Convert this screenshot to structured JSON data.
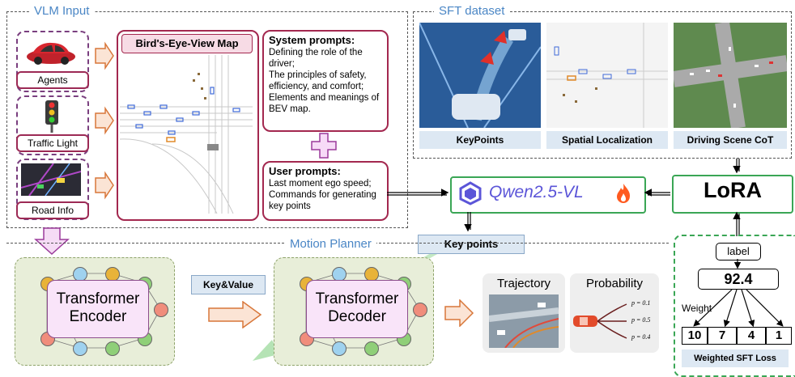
{
  "vlm_input": {
    "title": "VLM Input",
    "agents": "Agents",
    "traffic_light": "Traffic Light",
    "road_info": "Road Info",
    "bev_title": "Bird's-Eye-View Map",
    "system_title": "System prompts",
    "system_lines": [
      "Defining the role of the driver;",
      "The principles of safety, efficiency, and comfort;",
      "Elements and meanings of BEV map."
    ],
    "user_title": "User prompts",
    "user_lines": [
      "Last moment ego speed;",
      "Commands for generating key points"
    ]
  },
  "sft": {
    "title": "SFT dataset",
    "captions": [
      "KeyPoints",
      "Spatial Localization",
      "Driving Scene CoT"
    ]
  },
  "model": {
    "name": "Qwen2.5-VL",
    "lora": "LoRA",
    "key_points": "Key points"
  },
  "motion_planner": {
    "title": "Motion Planner",
    "encoder": "Transformer Encoder",
    "decoder": "Transformer Decoder",
    "key_value": "Key&Value",
    "trajectory": "Trajectory",
    "probability": "Probability",
    "probs": [
      "p = 0.1",
      "p = 0.5",
      "p = 0.4"
    ]
  },
  "weighted": {
    "label": "label",
    "value": "92.4",
    "weight": "Weight",
    "cells": [
      "10",
      "7",
      "4",
      "1"
    ],
    "loss": "Weighted SFT Loss"
  },
  "colors": {
    "accent_blue": "#4a86c5",
    "green": "#3aa655",
    "red": "#a3284f",
    "purple": "#7a3f7f"
  }
}
